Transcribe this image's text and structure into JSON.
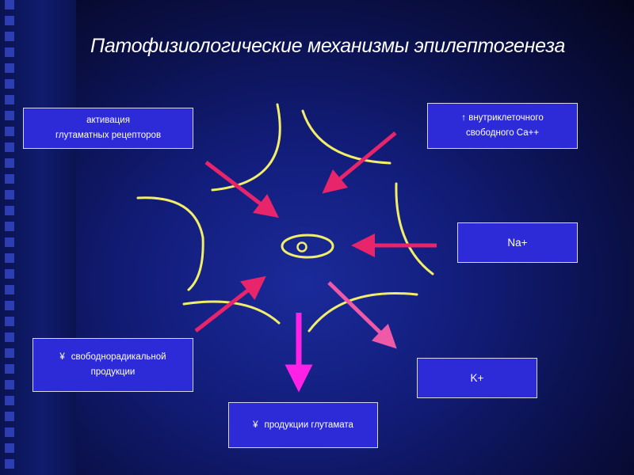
{
  "slide": {
    "title": "Патофизиологические  механизмы эпилептогенеза"
  },
  "boxes": {
    "glutamate_receptors": {
      "line1": "активация",
      "line2": "глутаматных рецепторов"
    },
    "calcium": {
      "arrow_glyph": "↑",
      "line1": "внутриклеточного",
      "line2": "свободного Са++"
    },
    "sodium": {
      "label": "Na+"
    },
    "free_radical": {
      "glyph": "¥",
      "line1": "свободнорадикальной",
      "line2": "продукции"
    },
    "potassium": {
      "label": "K+"
    },
    "glutamate_production": {
      "glyph": "¥",
      "label": "продукции глутамата"
    }
  },
  "colors": {
    "box_fill": "#2d2bd8",
    "box_border": "#d8d8f0",
    "neuron_lines": "#f2ee6a",
    "arrow_red": "#e8246a",
    "arrow_magenta": "#ff22e6",
    "arrow_pink": "#ee5aa8"
  }
}
